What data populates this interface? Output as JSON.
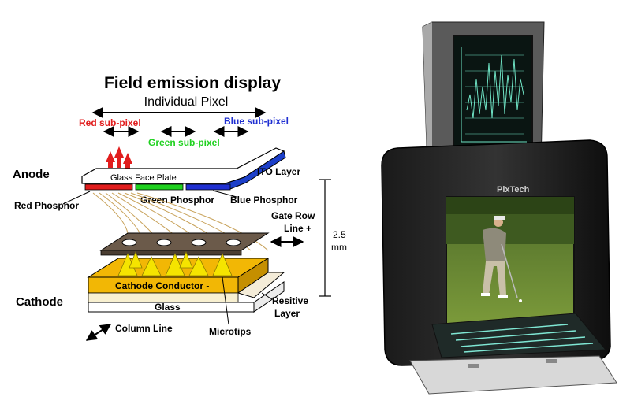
{
  "diagram": {
    "title": "Field emission display",
    "pixel_label": "Individual Pixel",
    "red_subpixel": "Red sub-pixel",
    "green_subpixel": "Green sub-pixel",
    "blue_subpixel": "Blue sub-pixel",
    "anode": "Anode",
    "glass_face_plate": "Glass Face Plate",
    "ito_layer": "ITO Layer",
    "red_phosphor": "Red Phosphor",
    "green_phosphor": "Green Phosphor",
    "blue_phosphor": "Blue Phosphor",
    "gate_row_line_1": "Gate Row",
    "gate_row_line_2": "Line +",
    "spacing_1": "2.5",
    "spacing_2": "mm",
    "cathode": "Cathode",
    "cathode_conductor": "Cathode Conductor -",
    "glass": "Glass",
    "resistive_1": "Resitive",
    "resistive_2": "Layer",
    "column_line": "Column Line",
    "microtips": "Microtips",
    "colors": {
      "red": "#e11d1d",
      "green": "#1fd11f",
      "blue": "#1f2fd1",
      "conductor": "#f2b705",
      "microtip": "#f5e400"
    }
  },
  "device": {
    "brand": "PixTech"
  }
}
